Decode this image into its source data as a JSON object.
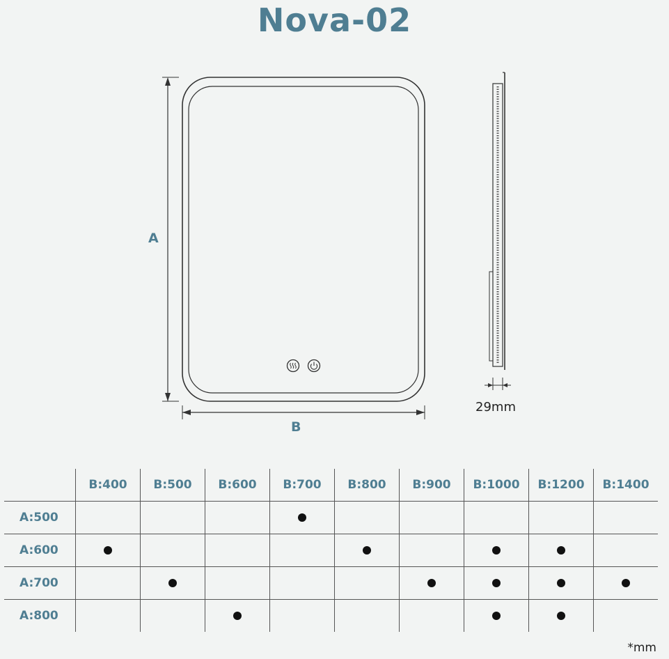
{
  "title": "Nova-02",
  "front_view": {
    "height_label": "A",
    "width_label": "B",
    "buttons": [
      {
        "icon": "heat-icon"
      },
      {
        "icon": "power-icon"
      }
    ]
  },
  "side_view": {
    "thickness_label": "29mm"
  },
  "size_table": {
    "columns": [
      "B:400",
      "B:500",
      "B:600",
      "B:700",
      "B:800",
      "B:900",
      "B:1000",
      "B:1200",
      "B:1400"
    ],
    "rows": [
      {
        "label": "A:500",
        "available": [
          false,
          false,
          false,
          true,
          false,
          false,
          false,
          false,
          false
        ]
      },
      {
        "label": "A:600",
        "available": [
          true,
          false,
          false,
          false,
          true,
          false,
          true,
          true,
          false
        ]
      },
      {
        "label": "A:700",
        "available": [
          false,
          true,
          false,
          false,
          false,
          true,
          true,
          true,
          true
        ]
      },
      {
        "label": "A:800",
        "available": [
          false,
          false,
          true,
          false,
          false,
          false,
          true,
          true,
          false
        ]
      }
    ]
  },
  "unit_note": "*mm",
  "colors": {
    "accent": "#4f7e92",
    "background": "#f2f4f3",
    "line": "#333333"
  }
}
